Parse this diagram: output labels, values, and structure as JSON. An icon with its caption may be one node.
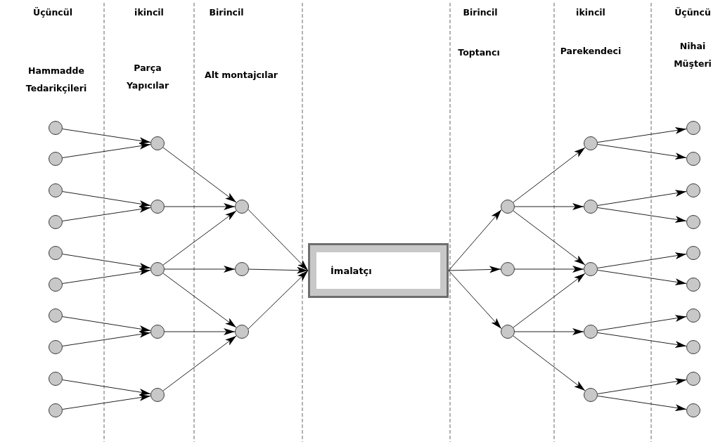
{
  "diagram": {
    "nodes": [
      {
        "text": [],
        "shape": "circle"
      },
      {
        "text": [],
        "shape": "circle"
      },
      {
        "text": [],
        "shape": "circle"
      },
      {
        "text": [],
        "shape": "circle"
      },
      {
        "text": [],
        "shape": "circle"
      },
      {
        "text": [],
        "shape": "circle"
      },
      {
        "text": [],
        "shape": "circle"
      },
      {
        "text": [],
        "shape": "circle"
      },
      {
        "text": [],
        "shape": "circle"
      },
      {
        "text": [],
        "shape": "circle"
      },
      {
        "text": [],
        "shape": "circle"
      },
      {
        "text": [],
        "shape": "circle"
      },
      {
        "text": [],
        "shape": "circle"
      },
      {
        "text": [],
        "shape": "circle"
      },
      {
        "text": [],
        "shape": "circle"
      },
      {
        "text": [],
        "shape": "circle"
      },
      {
        "text": [],
        "shape": "circle"
      },
      {
        "text": [],
        "shape": "circle"
      },
      {
        "text": [
          "İmalatçı"
        ]
      },
      {
        "text": [],
        "shape": "circle"
      },
      {
        "text": [],
        "shape": "circle"
      },
      {
        "text": [],
        "shape": "circle"
      },
      {
        "text": [],
        "shape": "circle"
      },
      {
        "text": [],
        "shape": "circle"
      },
      {
        "text": [],
        "shape": "circle"
      },
      {
        "text": [],
        "shape": "circle"
      },
      {
        "text": [],
        "shape": "circle"
      },
      {
        "text": [],
        "shape": "circle"
      },
      {
        "text": [],
        "shape": "circle"
      },
      {
        "text": [],
        "shape": "circle"
      },
      {
        "text": [],
        "shape": "circle"
      },
      {
        "text": [],
        "shape": "circle"
      },
      {
        "text": [],
        "shape": "circle"
      },
      {
        "text": [],
        "shape": "circle"
      },
      {
        "text": [],
        "shape": "circle"
      },
      {
        "text": [],
        "shape": "circle"
      },
      {
        "text": [],
        "shape": "circle"
      }
    ],
    "edges": [
      {
        "from": 0,
        "to": 10,
        "arrow": "to"
      },
      {
        "from": 1,
        "to": 10,
        "arrow": "to"
      },
      {
        "from": 2,
        "to": 11,
        "arrow": "to"
      },
      {
        "from": 3,
        "to": 11,
        "arrow": "to"
      },
      {
        "from": 4,
        "to": 12,
        "arrow": "to"
      },
      {
        "from": 5,
        "to": 12,
        "arrow": "to"
      },
      {
        "from": 6,
        "to": 13,
        "arrow": "to"
      },
      {
        "from": 7,
        "to": 13,
        "arrow": "to"
      },
      {
        "from": 8,
        "to": 14,
        "arrow": "to"
      },
      {
        "from": 9,
        "to": 14,
        "arrow": "to"
      },
      {
        "from": 10,
        "to": 15,
        "arrow": "to"
      },
      {
        "from": 11,
        "to": 15,
        "arrow": "to"
      },
      {
        "from": 12,
        "to": 15,
        "arrow": "to"
      },
      {
        "from": 12,
        "to": 16,
        "arrow": "to"
      },
      {
        "from": 12,
        "to": 17,
        "arrow": "to"
      },
      {
        "from": 13,
        "to": 17,
        "arrow": "to"
      },
      {
        "from": 14,
        "to": 17,
        "arrow": "to"
      },
      {
        "from": 15,
        "to": 18,
        "arrow": "to"
      },
      {
        "from": 16,
        "to": 18,
        "arrow": "to"
      },
      {
        "from": 17,
        "to": 18,
        "arrow": "to"
      },
      {
        "from": 18,
        "to": 19,
        "arrow": "to"
      },
      {
        "from": 18,
        "to": 20,
        "arrow": "to"
      },
      {
        "from": 18,
        "to": 21,
        "arrow": "to"
      },
      {
        "from": 19,
        "to": 22,
        "arrow": "to"
      },
      {
        "from": 19,
        "to": 23,
        "arrow": "to"
      },
      {
        "from": 19,
        "to": 24,
        "arrow": "to"
      },
      {
        "from": 20,
        "to": 24,
        "arrow": "to"
      },
      {
        "from": 21,
        "to": 24,
        "arrow": "to"
      },
      {
        "from": 21,
        "to": 25,
        "arrow": "to"
      },
      {
        "from": 21,
        "to": 26,
        "arrow": "to"
      },
      {
        "from": 22,
        "to": 27,
        "arrow": "to"
      },
      {
        "from": 22,
        "to": 28,
        "arrow": "to"
      },
      {
        "from": 23,
        "to": 29,
        "arrow": "to"
      },
      {
        "from": 23,
        "to": 30,
        "arrow": "to"
      },
      {
        "from": 24,
        "to": 31,
        "arrow": "to"
      },
      {
        "from": 24,
        "to": 32,
        "arrow": "to"
      },
      {
        "from": 25,
        "to": 33,
        "arrow": "to"
      },
      {
        "from": 25,
        "to": 34,
        "arrow": "to"
      },
      {
        "from": 26,
        "to": 35,
        "arrow": "to"
      },
      {
        "from": 26,
        "to": 36,
        "arrow": "to"
      }
    ],
    "labels": [
      "Üçüncül",
      "ikincil",
      "Birincil",
      "Birincil",
      "ikincil",
      "Üçüncü",
      "Hammadde Tedarikçileri",
      "Parça Yapıcılar",
      "Alt montajcılar",
      "Toptancı",
      "Parekendeci",
      "Nihai Müşteri"
    ]
  }
}
